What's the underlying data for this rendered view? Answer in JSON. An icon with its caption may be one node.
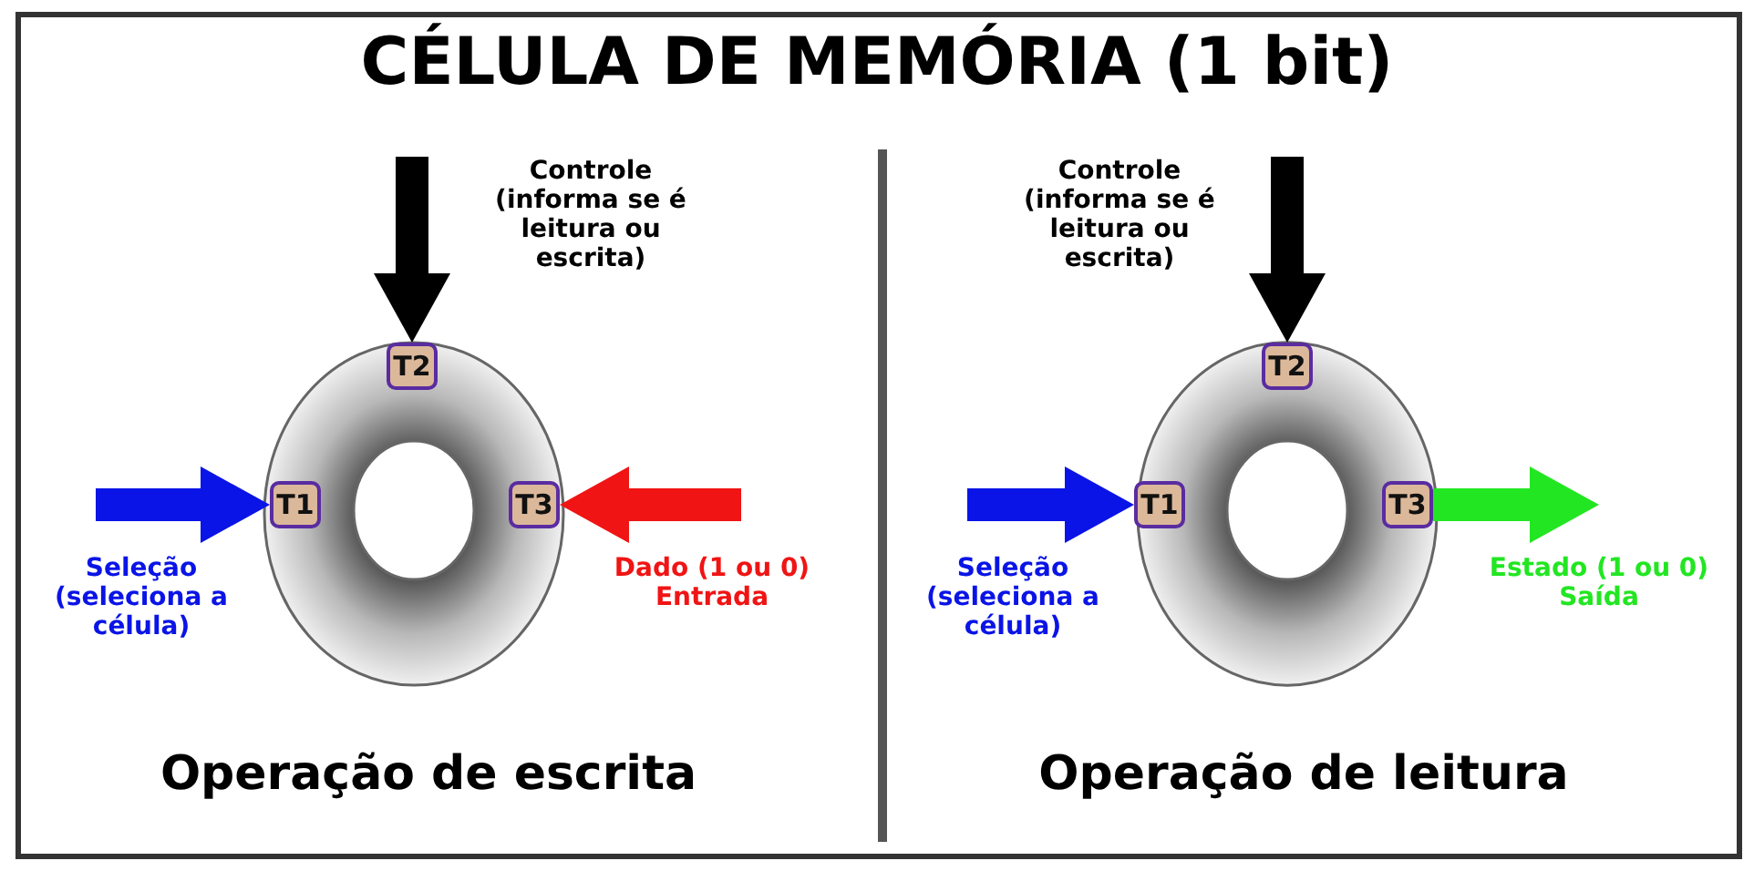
{
  "diagram": {
    "title": "CÉLULA DE MEMÓRIA (1 bit)",
    "nodes": [
      {
        "text": [
          "Controle (informa se é leitura ou escrita)"
        ]
      },
      {
        "text": [
          "T2"
        ]
      },
      {
        "text": [
          "T1"
        ]
      },
      {
        "text": [
          "T3"
        ]
      },
      {
        "text": [
          "Seleção (seleciona a célula)"
        ]
      },
      {
        "text": [
          "Dado (1 ou 0) Entrada"
        ]
      },
      {
        "text": [
          "Controle (informa se é leitura ou escrita)"
        ]
      },
      {
        "text": [
          "T2"
        ]
      },
      {
        "text": [
          "T1"
        ]
      },
      {
        "text": [
          "T3"
        ]
      },
      {
        "text": [
          "Seleção (seleciona a célula)"
        ]
      },
      {
        "text": [
          "Estado (1 ou 0) Saída"
        ]
      }
    ],
    "edges": [
      {
        "from": 0,
        "to": 1,
        "arrow": "to",
        "color": "#000000"
      },
      {
        "from": 4,
        "to": 2,
        "arrow": "to",
        "color": "#0a14e6"
      },
      {
        "from": 5,
        "to": 3,
        "arrow": "to",
        "color": "#f01414"
      },
      {
        "from": 6,
        "to": 7,
        "arrow": "to",
        "color": "#000000"
      },
      {
        "from": 10,
        "to": 8,
        "arrow": "to",
        "color": "#0a14e6"
      },
      {
        "from": 9,
        "to": 11,
        "arrow": "to",
        "color": "#22e622"
      }
    ],
    "labels": [
      "Operação de escrita",
      "Operação de leitura"
    ]
  }
}
